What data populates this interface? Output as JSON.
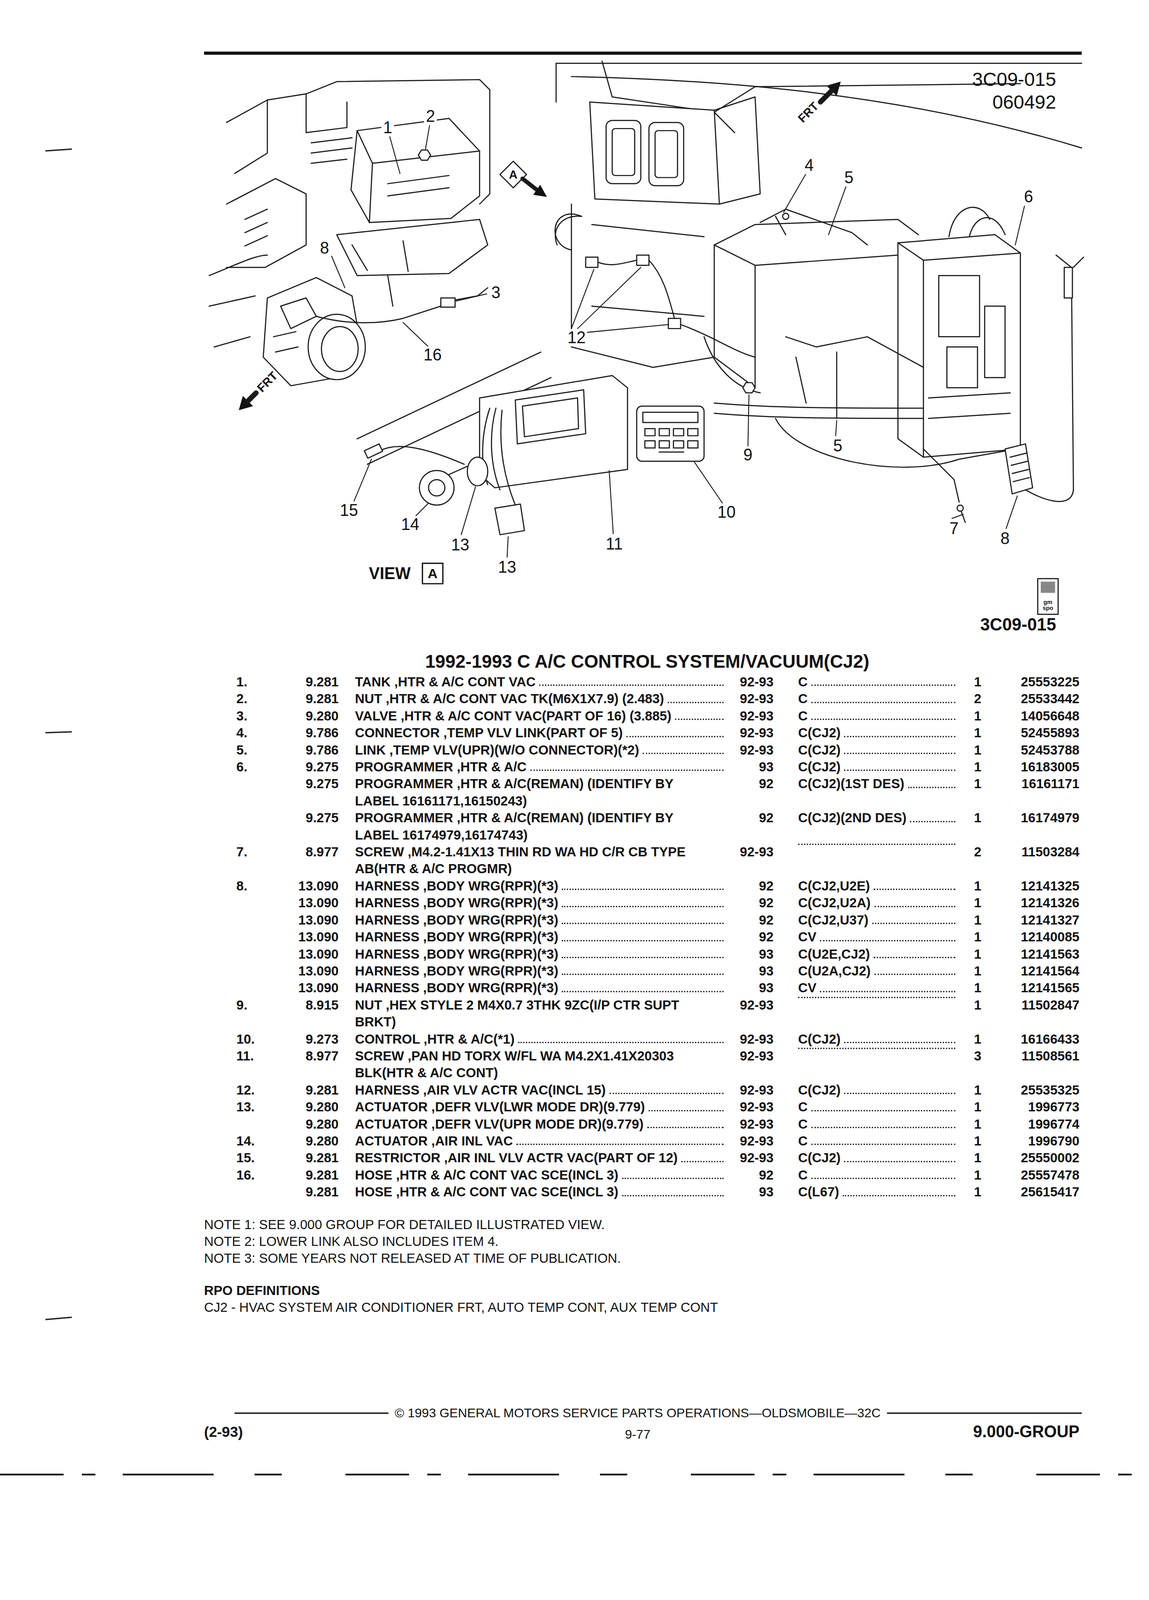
{
  "diagram": {
    "title": "1992-1993 C A/C CONTROL SYSTEM/VACUUM(CJ2)",
    "labels": [
      "3C09-015",
      "060492",
      "1",
      "2",
      "8",
      "3",
      "16",
      "12",
      "4",
      "5",
      "6",
      "5",
      "9",
      "10",
      "11",
      "7",
      "8",
      "15",
      "14",
      "13",
      "13",
      "A",
      "FRT",
      "FRT",
      "VIEW",
      "A",
      "gm spo",
      "3C09-015",
      "1.",
      "9.281",
      "TANK ,HTR & A/C CONT VAC",
      "92-93",
      "C",
      "1",
      "25553225",
      "2.",
      "9.281",
      "NUT ,HTR & A/C CONT VAC TK(M6X1X7.9) (2.483)",
      "92-93",
      "C",
      "2",
      "25533442",
      "3.",
      "9.280",
      "VALVE ,HTR & A/C CONT VAC(PART OF 16) (3.885)",
      "92-93",
      "C",
      "1",
      "14056648",
      "4.",
      "9.786",
      "CONNECTOR ,TEMP VLV LINK(PART OF 5)",
      "92-93",
      "C(CJ2)",
      "1",
      "52455893",
      "5.",
      "9.786",
      "LINK ,TEMP VLV(UPR)(W/O CONNECTOR)(*2)",
      "92-93",
      "C(CJ2)",
      "1",
      "52453788",
      "6.",
      "9.275",
      "PROGRAMMER ,HTR & A/C",
      "93",
      "C(CJ2)",
      "1",
      "16183005",
      "9.275",
      "PROGRAMMER ,HTR & A/C(REMAN) (IDENTIFY BY LABEL 16161171,16150243)",
      "92",
      "C(CJ2)(1ST DES)",
      "1",
      "16161171",
      "9.275",
      "PROGRAMMER ,HTR & A/C(REMAN) (IDENTIFY BY LABEL 16174979,16174743)",
      "92",
      "C(CJ2)(2ND DES)",
      "1",
      "16174979",
      "7.",
      "8.977",
      "SCREW ,M4.2-1.41X13 THIN RD WA HD C/R CB TYPE AB(HTR & A/C PROGMR)",
      "92-93",
      "2",
      "11503284",
      "8.",
      "13.090",
      "HARNESS ,BODY WRG(RPR)(*3)",
      "92",
      "C(CJ2,U2E)",
      "1",
      "12141325",
      "13.090",
      "HARNESS ,BODY WRG(RPR)(*3)",
      "92",
      "C(CJ2,U2A)",
      "1",
      "12141326",
      "13.090",
      "HARNESS ,BODY WRG(RPR)(*3)",
      "92",
      "C(CJ2,U37)",
      "1",
      "12141327",
      "13.090",
      "HARNESS ,BODY WRG(RPR)(*3)",
      "92",
      "CV",
      "1",
      "12140085",
      "13.090",
      "HARNESS ,BODY WRG(RPR)(*3)",
      "93",
      "C(U2E,CJ2)",
      "1",
      "12141563",
      "13.090",
      "HARNESS ,BODY WRG(RPR)(*3)",
      "93",
      "C(U2A,CJ2)",
      "1",
      "12141564",
      "13.090",
      "HARNESS ,BODY WRG(RPR)(*3)",
      "93",
      "CV",
      "1",
      "12141565",
      "9.",
      "8.915",
      "NUT ,HEX STYLE 2 M4X0.7 3THK 9ZC(I/P CTR SUPT BRKT)",
      "92-93",
      "1",
      "11502847",
      "10.",
      "9.273",
      "CONTROL ,HTR & A/C(*1)",
      "92-93",
      "C(CJ2)",
      "1",
      "16166433",
      "11.",
      "8.977",
      "SCREW ,PAN HD TORX W/FL WA M4.2X1.41X20303 BLK(HTR & A/C CONT)",
      "92-93",
      "3",
      "11508561",
      "12.",
      "9.281",
      "HARNESS ,AIR VLV ACTR VAC(INCL 15)",
      "92-93",
      "C(CJ2)",
      "1",
      "25535325",
      "13.",
      "9.280",
      "ACTUATOR ,DEFR VLV(LWR MODE DR)(9.779)",
      "92-93",
      "C",
      "1",
      "1996773",
      "9.280",
      "ACTUATOR ,DEFR VLV(UPR MODE DR)(9.779)",
      "92-93",
      "C",
      "1",
      "1996774",
      "14.",
      "9.280",
      "ACTUATOR ,AIR INL VAC",
      "92-93",
      "C",
      "1",
      "1996790",
      "15.",
      "9.281",
      "RESTRICTOR ,AIR INL VLV ACTR VAC(PART OF 12)",
      "92-93",
      "C(CJ2)",
      "1",
      "25550002",
      "16.",
      "9.281",
      "HOSE ,HTR & A/C CONT VAC SCE(INCL 3)",
      "92",
      "C",
      "1",
      "25557478",
      "9.281",
      "HOSE ,HTR & A/C CONT VAC SCE(INCL 3)",
      "93",
      "C(L67)",
      "1",
      "25615417",
      "NOTE 1: SEE 9.000 GROUP FOR DETAILED ILLUSTRATED VIEW.",
      "NOTE 2: LOWER LINK ALSO INCLUDES ITEM 4.",
      "NOTE 3: SOME YEARS NOT RELEASED AT TIME OF PUBLICATION.",
      "RPO DEFINITIONS",
      "CJ2 - HVAC SYSTEM AIR CONDITIONER FRT, AUTO TEMP CONT, AUX TEMP CONT",
      "© 1993 GENERAL MOTORS SERVICE PARTS OPERATIONS—OLDSMOBILE—32C",
      "(2-93)",
      "9-77",
      "9.000-GROUP"
    ]
  }
}
